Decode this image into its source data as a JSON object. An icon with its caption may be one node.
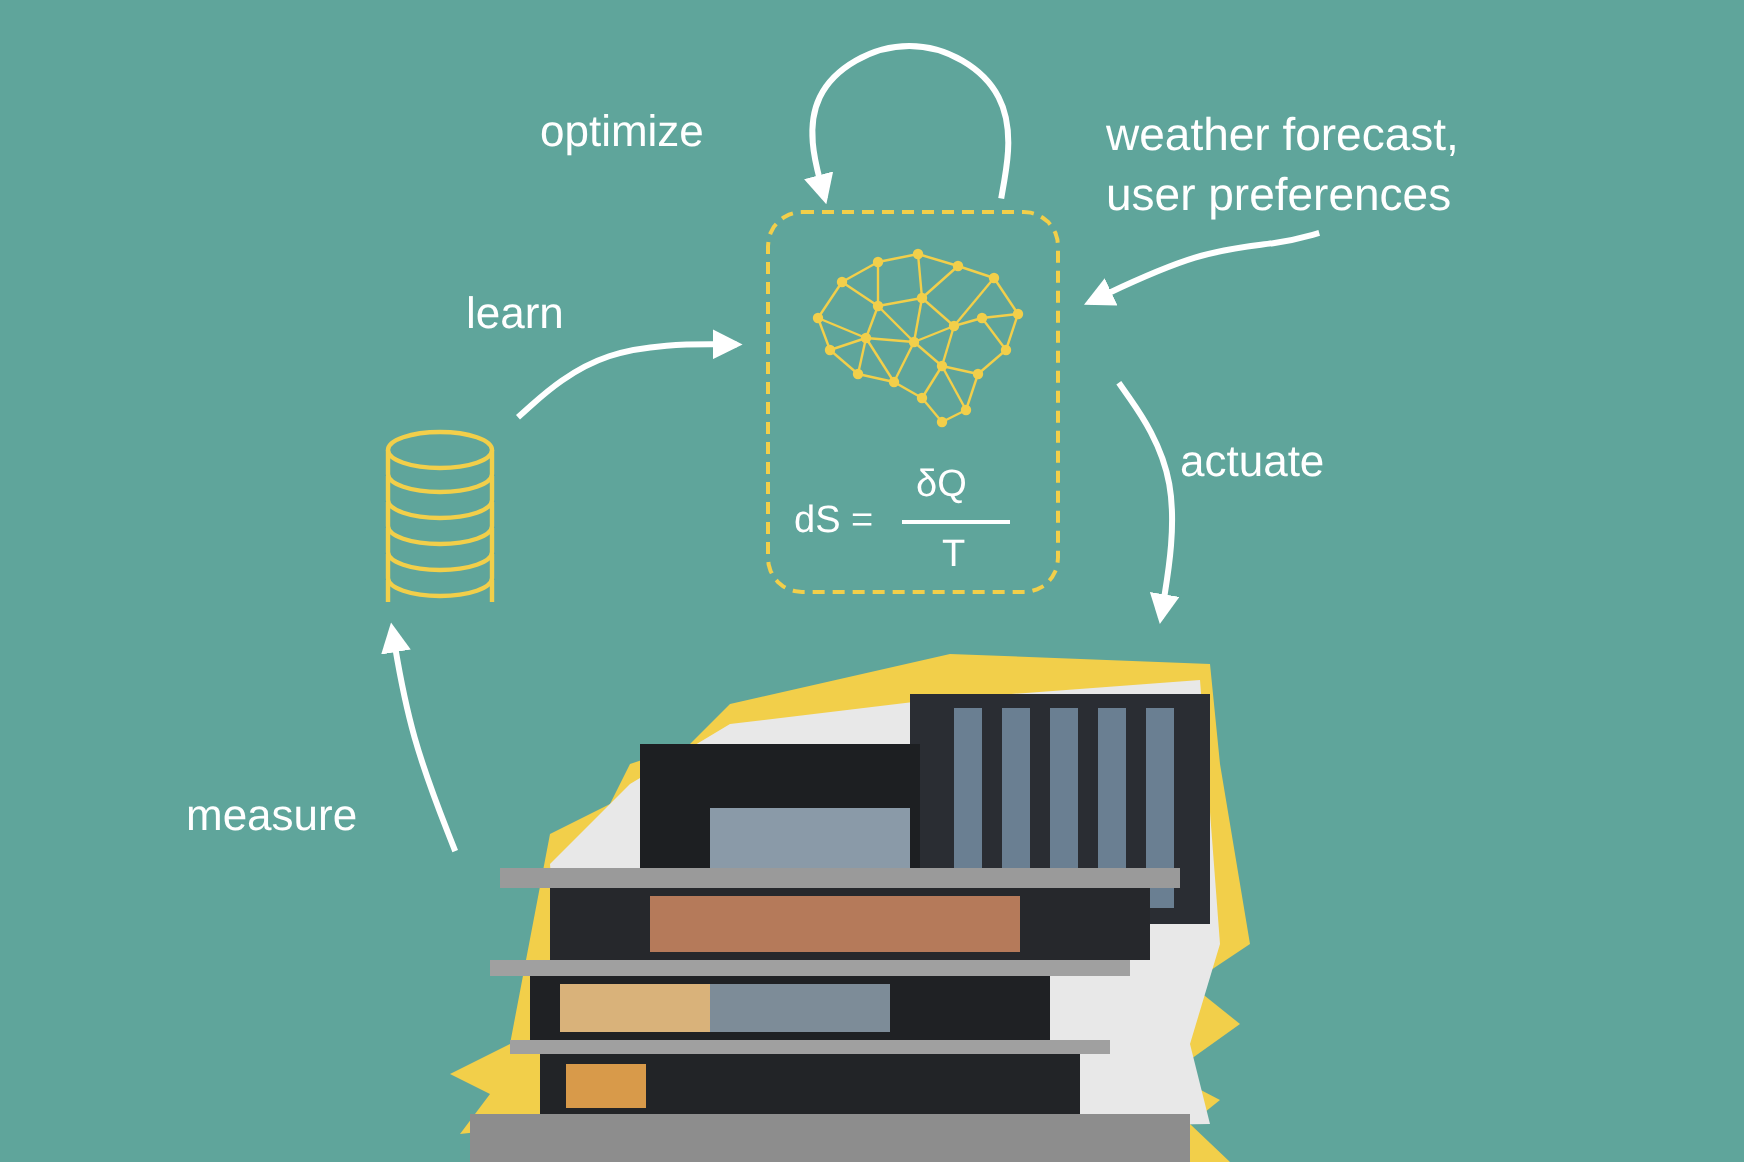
{
  "diagram": {
    "nodes": [
      {
        "text": [
          "dS =",
          "δQ",
          "T"
        ]
      },
      {
        "text": [],
        "shape": "cylinder"
      },
      {
        "text": [],
        "shape": "picture"
      },
      {
        "text": [
          "weather forecast, user preferences"
        ]
      }
    ],
    "edges": [
      {
        "from": 0,
        "to": 0,
        "arrow": "to",
        "label": "optimize"
      },
      {
        "from": 1,
        "to": 0,
        "arrow": "to",
        "label": "learn"
      },
      {
        "from": 0,
        "to": 2,
        "arrow": "to",
        "label": "actuate"
      },
      {
        "from": 2,
        "to": 1,
        "arrow": "to",
        "label": "measure"
      },
      {
        "from": 3,
        "to": 0,
        "arrow": "to"
      }
    ]
  }
}
